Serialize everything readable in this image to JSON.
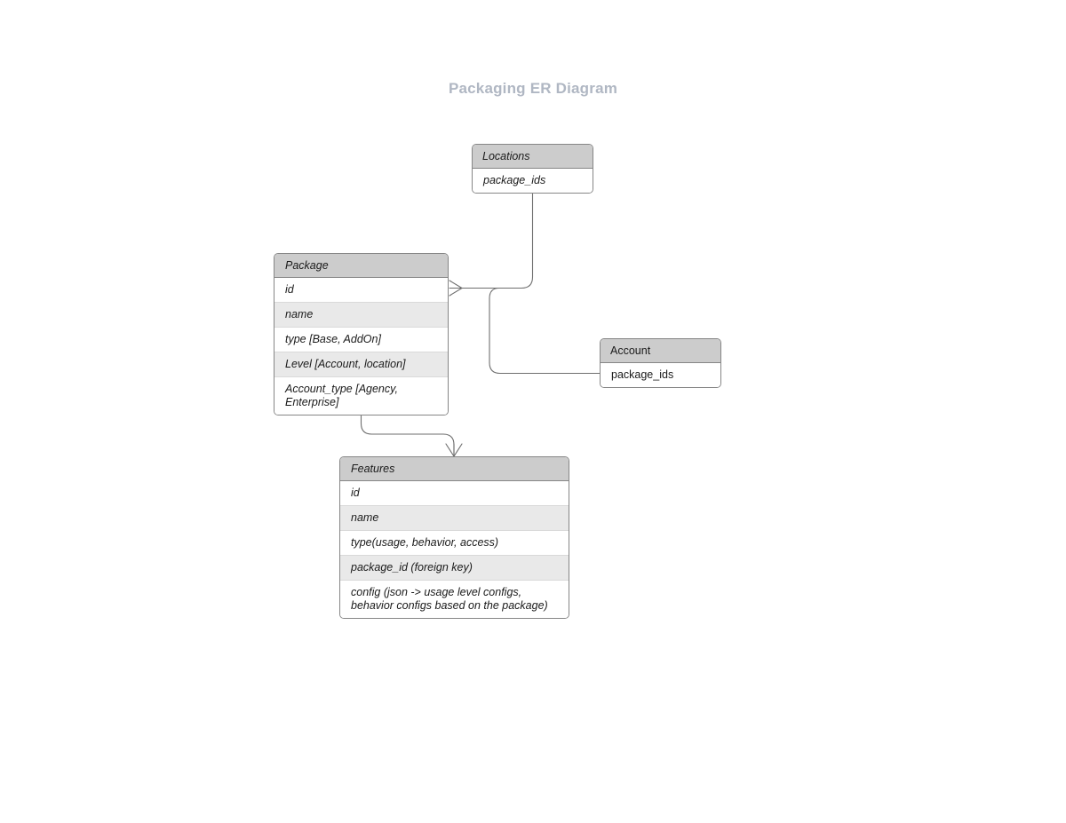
{
  "page": {
    "title": "Packaging ER Diagram",
    "background": "#ffffff",
    "title_color": "#b0b7c3",
    "border_color": "#868686",
    "header_fill": "#cccccc",
    "alt_row_fill": "#e9e9e9",
    "edge_color": "#6e6e6e"
  },
  "entities": {
    "locations": {
      "name": "Locations",
      "rows": [
        {
          "label": "package_ids"
        }
      ]
    },
    "package": {
      "name": "Package",
      "rows": [
        {
          "label": "id"
        },
        {
          "label": "name"
        },
        {
          "label": "type [Base, AddOn]"
        },
        {
          "label": "Level [Account, location]"
        },
        {
          "label": "Account_type [Agency, Enterprise]"
        }
      ]
    },
    "account": {
      "name": "Account",
      "rows": [
        {
          "label": "package_ids"
        }
      ]
    },
    "features": {
      "name": "Features",
      "rows": [
        {
          "label": "id"
        },
        {
          "label": "name"
        },
        {
          "label": "type(usage, behavior, access)"
        },
        {
          "label": "package_id (foreign key)"
        },
        {
          "label": "config (json -> usage level configs, behavior configs based on the package)"
        }
      ]
    }
  },
  "relationships": [
    {
      "id": "locations-package",
      "from": "Locations",
      "to": "Package",
      "from_cardinality": "none",
      "to_cardinality": "crows-foot"
    },
    {
      "id": "account-package",
      "from": "Account",
      "to": "Package",
      "from_cardinality": "none",
      "to_cardinality": "crows-foot"
    },
    {
      "id": "package-features",
      "from": "Package",
      "to": "Features",
      "from_cardinality": "one",
      "to_cardinality": "crows-foot"
    }
  ]
}
